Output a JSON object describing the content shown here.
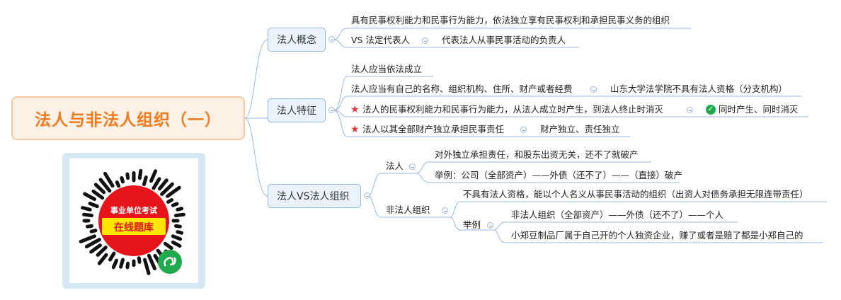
{
  "root": {
    "title": "法人与非法人组织（一）"
  },
  "branches": {
    "concept": {
      "label": "法人概念",
      "definition": "具有民事权利能力和民事行为能力，依法独立享有民事权利和承担民事义务的组织",
      "vs_label": "VS 法定代表人",
      "vs_detail": "代表法人从事民事活动的负责人"
    },
    "features": {
      "label": "法人特征",
      "items": [
        "法人应当依法成立",
        "法人应当有自己的名称、组织机构、住所、财产或者经费",
        "法人的民事权利能力和民事行为能力，从法人成立时产生，到法人终止时消灭",
        "法人以其全部财产独立承担民事责任"
      ],
      "item1_detail": "山东大学法学院不具有法人资格（分支机构）",
      "item2_detail": "同时产生、同时消灭",
      "item3_detail": "财产独立、责任独立"
    },
    "compare": {
      "label": "法人VS法人组织",
      "legal_person": {
        "label": "法人",
        "items": [
          "对外独立承担责任，和股东出资无关，还不了就破产",
          "举例：公司（全部资产）——外债（还不了）——（直接）破产"
        ]
      },
      "non_legal": {
        "label": "非法人组织",
        "definition": "不具有法人资格，能以个人名义从事民事活动的组织（出资人对债务承担无限连带责任）",
        "example_label": "举例",
        "examples": [
          "非法人组织（全部资产）——外债（还不了）——个人",
          "小郑豆制品厂属于自己开的个人独资企业，赚了或者是赔了都是小郑自己的"
        ]
      }
    }
  },
  "qr": {
    "line1": "事业单位考试",
    "line2": "在线题库"
  },
  "colors": {
    "root_text": "#f07a1c",
    "root_bg": "#fdf0e4",
    "branch_bg": "#eaf3fc",
    "line": "#9bbad8",
    "star": "#e03a3a",
    "check": "#1faa4d",
    "qr_red": "#e8141c",
    "qr_yellow": "#ffe600"
  },
  "icons": {
    "star": "star-icon",
    "check": "check-icon",
    "toggle": "collapse-toggle-icon",
    "miniprogram": "miniprogram-icon"
  }
}
